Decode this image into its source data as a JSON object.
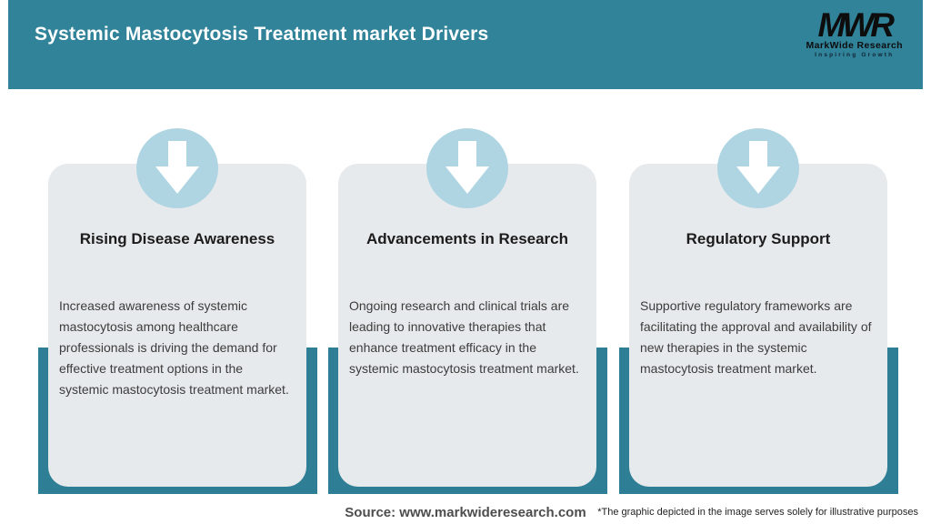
{
  "header": {
    "title": "Systemic Mastocytosis Treatment market Drivers",
    "logo": {
      "acronym": "MWR",
      "name": "MarkWide Research",
      "tagline": "Inspiring Growth"
    }
  },
  "cards": [
    {
      "icon": "down-arrow-icon",
      "title": "Rising Disease Awareness",
      "description": "Increased awareness of systemic mastocytosis among healthcare professionals is driving the demand for effective treatment options in the systemic mastocytosis treatment market."
    },
    {
      "icon": "down-arrow-icon",
      "title": "Advancements in Research",
      "description": "Ongoing research and clinical trials are leading to innovative therapies that enhance treatment efficacy in the systemic mastocytosis treatment market."
    },
    {
      "icon": "down-arrow-icon",
      "title": "Regulatory Support",
      "description": "Supportive regulatory frameworks are facilitating the approval and availability of new therapies in the systemic mastocytosis treatment market."
    }
  ],
  "footer": {
    "source": "Source: www.markwideresearch.com",
    "disclaimer": "*The graphic depicted in the image serves solely for illustrative purposes"
  },
  "colors": {
    "header_teal": "#31839A",
    "frame_teal": "#2E7E96",
    "card_background": "#E7EAEC",
    "circle_blue": "#AFD5E3",
    "title_text": "#FFFFFF",
    "heading_text": "#1C1C1C",
    "body_text": "#3C3C3C",
    "source_text": "#4D4D4D"
  }
}
